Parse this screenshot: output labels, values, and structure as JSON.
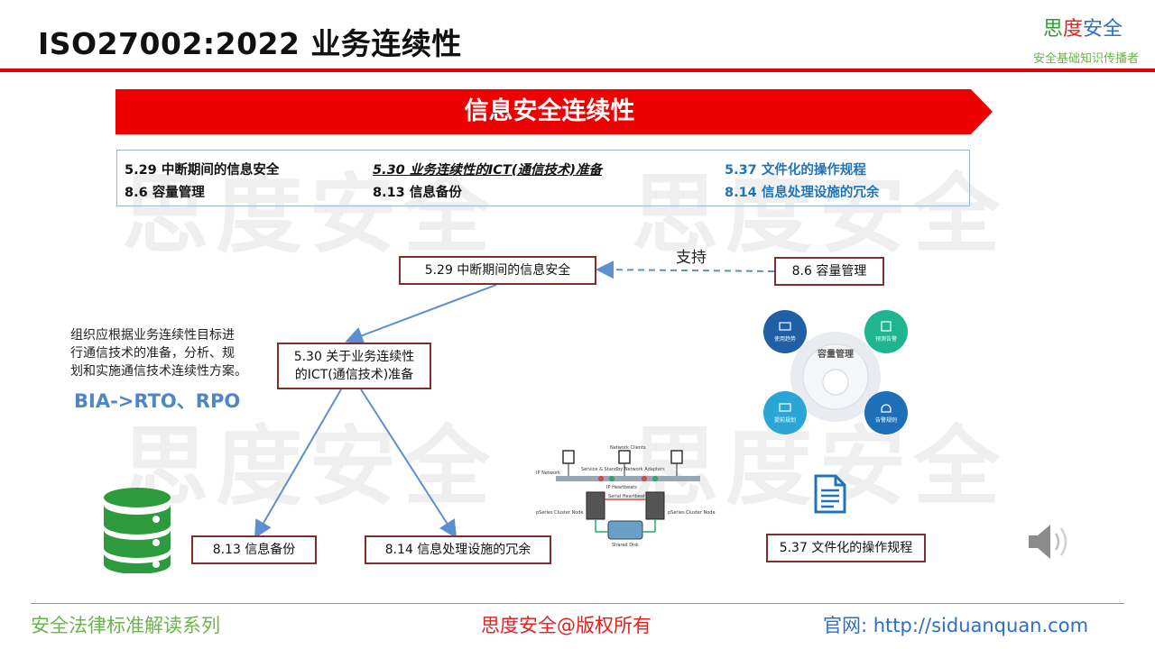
{
  "header": {
    "title": "ISO27002:2022 业务连续性",
    "brand": {
      "part1": "思",
      "part2": "度",
      "part3": "安全"
    },
    "slogan": "安全基础知识传播者"
  },
  "banner": {
    "title": "信息安全连续性"
  },
  "watermark": [
    "思度安全",
    "思度安全",
    "思度安全",
    "思度安全"
  ],
  "controls": {
    "row1": [
      "5.29 中断期间的信息安全",
      "5.30 业务连续性的ICT(通信技术)准备",
      "5.37  文件化的操作规程"
    ],
    "row2": [
      "8.6   容量管理",
      "8.13 信息备份",
      "8.14 信息处理设施的冗余"
    ]
  },
  "diagram": {
    "support_label": "支持",
    "n529": "5.29 中断期间的信息安全",
    "n86": "8.6 容量管理",
    "n530_line1": "5.30 关于业务连续性",
    "n530_line2": "的ICT(通信技术)准备",
    "n813": "8.13 信息备份",
    "n814": "8.14 信息处理设施的冗余",
    "n537": "5.37 文件化的操作规程",
    "note_lines": [
      "组织应根据业务连续性目标进",
      "行通信技术的准备，分析、规",
      "划和实施通信技术连续性方案。"
    ],
    "bia": "BIA->RTO、RPO",
    "capacity": {
      "center": "容量管理",
      "items": [
        "使用趋势",
        "预测告警",
        "提前规划",
        "告警规则"
      ]
    },
    "network": {
      "labels": [
        "Network Clients",
        "IP Network",
        "Service & Standby Network Adapters",
        "IP Heartbeats",
        "Serial Heartbeat",
        "pSeries Cluster Node",
        "pSeries Cluster Node",
        "Shared Disk"
      ]
    }
  },
  "footer": {
    "series": "安全法律标准解读系列",
    "copyright": "思度安全@版权所有",
    "site": "官网: http://siduanquan.com"
  },
  "colors": {
    "accent_red": "#e00000",
    "brand_green": "#6bb34a",
    "link_blue": "#1e74b8",
    "node_border": "#7f2f2b",
    "arrow_blue": "#5b8fd0"
  }
}
